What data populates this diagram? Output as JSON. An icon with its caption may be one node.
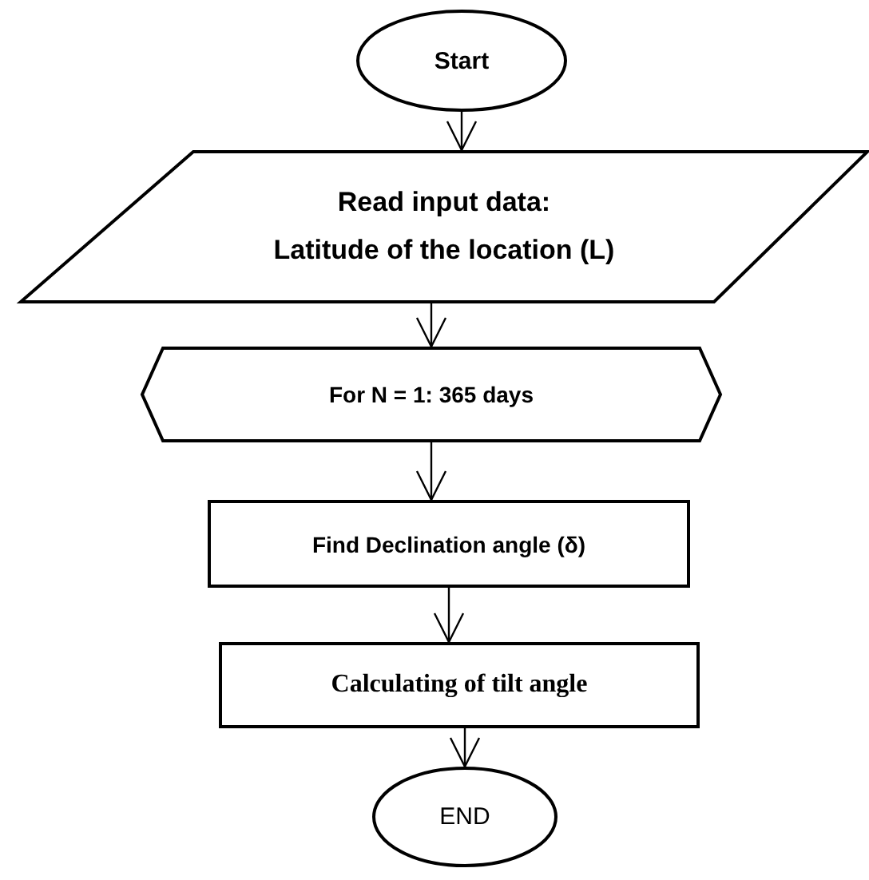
{
  "diagram": {
    "nodes": [
      {
        "text": [
          "Start"
        ]
      },
      {
        "text": [
          "Read input data:",
          "Latitude of the location (L)"
        ]
      },
      {
        "text": [
          "For N = 1: 365 days"
        ]
      },
      {
        "text": [
          "Find Declination angle (δ)"
        ]
      },
      {
        "text": [
          "Calculating of tilt angle"
        ]
      },
      {
        "text": [
          "END"
        ]
      }
    ],
    "edges": [
      {
        "from": 0,
        "to": 1,
        "arrow": "to"
      },
      {
        "from": 1,
        "to": 2,
        "arrow": "to"
      },
      {
        "from": 2,
        "to": 3,
        "arrow": "to"
      },
      {
        "from": 3,
        "to": 4,
        "arrow": "to"
      },
      {
        "from": 4,
        "to": 5,
        "arrow": "to"
      }
    ]
  }
}
